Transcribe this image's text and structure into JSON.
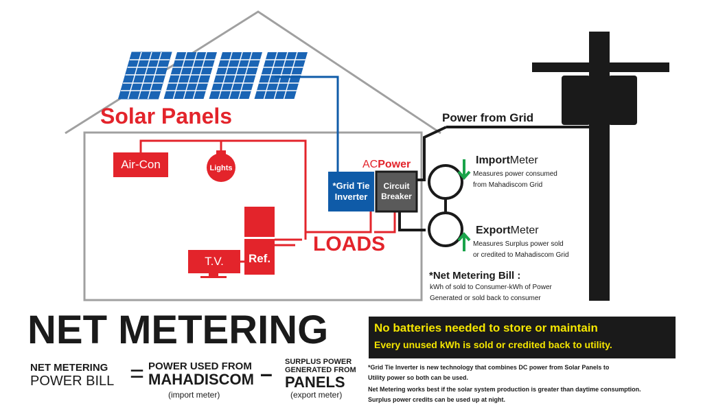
{
  "labels": {
    "solar_panels": "Solar Panels",
    "power_from_grid": "Power from Grid",
    "air_con": "Air-Con",
    "lights": "Lights",
    "tv": "T.V.",
    "ref": "Ref.",
    "loads": "LOADS",
    "ac_prefix": "AC",
    "ac_power": "Power",
    "grid_tie_line1": "*Grid Tie",
    "grid_tie_line2": "Inverter",
    "breaker_line1": "Circuit",
    "breaker_line2": "Breaker"
  },
  "import_meter": {
    "title_bold": "Import",
    "title_light": "Meter",
    "desc1": "Measures power consumed",
    "desc2": "from Mahadiscom Grid"
  },
  "export_meter": {
    "title_bold": "Export",
    "title_light": "Meter",
    "desc1": "Measures Surplus power sold",
    "desc2": "or credited to Mahadiscom Grid"
  },
  "net_bill": {
    "title": "*Net Metering Bill :",
    "line1": "kWh of sold to Consumer-kWh of Power",
    "line2": "Generated or sold back to consumer"
  },
  "headline": "NET METERING",
  "banner": {
    "line1": "No batteries needed to store or maintain",
    "line2": "Every unused kWh is sold or credited back to utility."
  },
  "formula": {
    "bill_line1": "NET METERING",
    "bill_line2": "POWER BILL",
    "equals": "=",
    "used_line1": "POWER USED FROM",
    "used_line2": "MAHADISCOM",
    "used_note": "(import meter)",
    "minus": "–",
    "surplus_line1": "SURPLUS POWER",
    "surplus_line2": "GENERATED FROM",
    "surplus_line3": "PANELS",
    "surplus_note": "(export meter)"
  },
  "footnotes": {
    "line1": "*Grid Tie Inverter is new technology that combines DC power from Solar Panels to",
    "line2": "Utility power so both can be used.",
    "line3": "Net Metering works best if the solar system production is greater than daytime consumption.",
    "line4": "Surplus power credits can be used up at night."
  },
  "colors": {
    "red": "#e3242b",
    "blue": "#0f5ba8",
    "panel_blue": "#1a64b4",
    "black": "#1a1a1a",
    "gray": "#9a9a9a",
    "green": "#1aa34a",
    "banner_text": "#f5e600"
  }
}
